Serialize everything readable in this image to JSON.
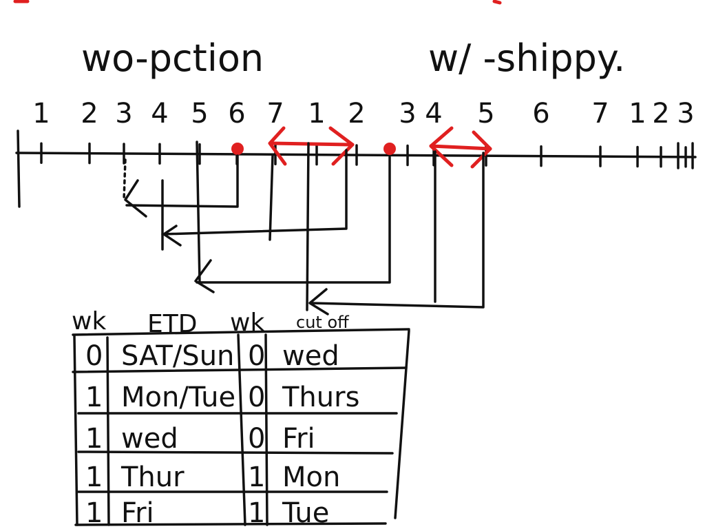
{
  "labels": {
    "left_title": "wo-pction",
    "right_title": "w/ -shippy."
  },
  "ticks": [
    "1",
    "2",
    "3",
    "4",
    "5",
    "6",
    "7",
    "1",
    "2",
    "3",
    "4",
    "5",
    "6",
    "7",
    "1",
    "2",
    "3"
  ],
  "table": {
    "headers": [
      "wk",
      "ETD",
      "wk",
      "cut off"
    ],
    "rows": [
      [
        "0",
        "SAT/Sun",
        "0",
        "wed"
      ],
      [
        "1",
        "Mon/Tue",
        "0",
        "Thurs"
      ],
      [
        "1",
        "wed",
        "0",
        "Fri"
      ],
      [
        "1",
        "Thur",
        "1",
        "Mon"
      ],
      [
        "1",
        "Fri",
        "1",
        "Tue"
      ]
    ]
  },
  "colors": {
    "ink": "#111111",
    "accent": "#e02020"
  }
}
